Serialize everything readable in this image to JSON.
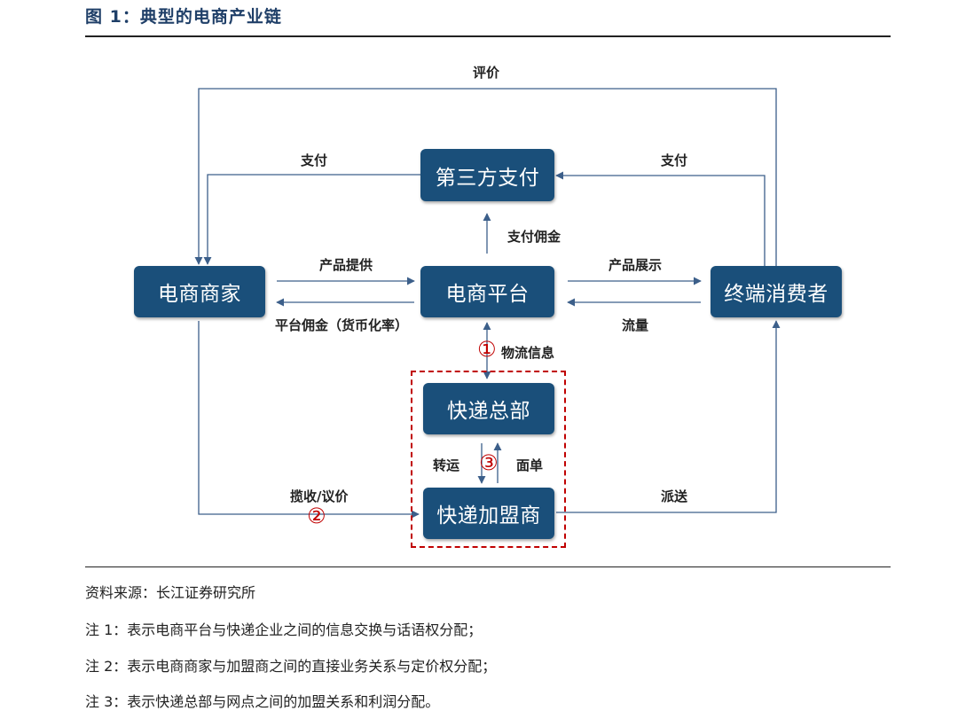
{
  "figure": {
    "title": "图 1：典型的电商产业链"
  },
  "nodes": {
    "third_party_payment": "第三方支付",
    "merchant": "电商商家",
    "platform": "电商平台",
    "consumer": "终端消费者",
    "express_hq": "快递总部",
    "express_franchisee": "快递加盟商"
  },
  "labels": {
    "review": "评价",
    "pay_left": "支付",
    "pay_right": "支付",
    "pay_commission": "支付佣金",
    "product_supply": "产品提供",
    "platform_commission": "平台佣金（货币化率）",
    "product_display": "产品展示",
    "traffic": "流量",
    "logistics_info": "物流信息",
    "transfer": "转运",
    "waybill": "面单",
    "pickup_pricing": "揽收/议价",
    "delivery": "派送"
  },
  "markers": {
    "m1": "①",
    "m2": "②",
    "m3": "③"
  },
  "footer": {
    "source": "资料来源：长江证券研究所",
    "note1": "注 1：表示电商平台与快递企业之间的信息交换与话语权分配；",
    "note2": "注 2：表示电商商家与加盟商之间的直接业务关系与定价权分配；",
    "note3": "注 3：表示快递总部与网点之间的加盟关系和利润分配。"
  },
  "colors": {
    "node_fill": "#1a4f7a",
    "arrow": "#3c5f8a",
    "highlight": "#c00000",
    "title": "#1f3f68"
  }
}
